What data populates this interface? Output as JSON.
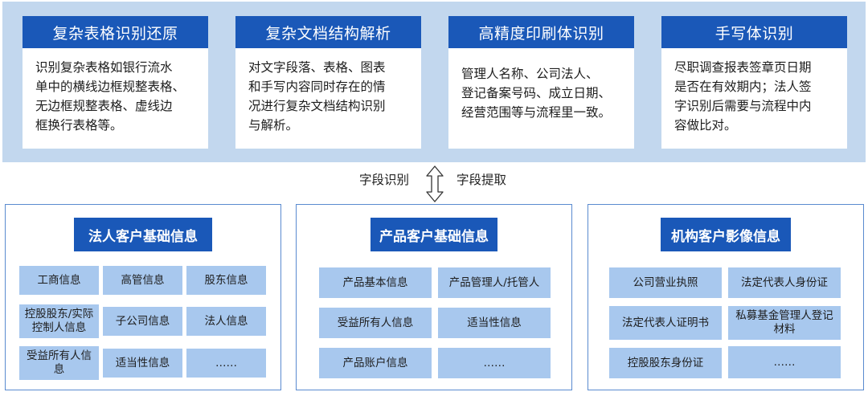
{
  "capabilities": [
    {
      "title": "复杂表格识别还原",
      "lines": [
        "识别复杂表格如银行流水",
        "单中的横线边框规整表格、",
        "无边框规整表格、虚线边",
        "框换行表格等。"
      ]
    },
    {
      "title": "复杂文档结构解析",
      "lines": [
        "对文字段落、表格、图表",
        "和手写内容同时存在的情",
        "况进行复杂文档结构识别",
        "与解析。"
      ]
    },
    {
      "title": "高精度印刷体识别",
      "lines": [
        "管理人名称、公司法人、",
        "登记备案号码、成立日期、",
        "经营范围等与流程里一致。"
      ]
    },
    {
      "title": "手写体识别",
      "lines": [
        "尽职调查报表签章页日期",
        "是否在有效期内；法人签",
        "字识别后需要与流程中内",
        "容做比对。"
      ]
    }
  ],
  "flow": {
    "left_label": "字段识别",
    "right_label": "字段提取"
  },
  "groups": [
    {
      "title": "法人客户基础信息",
      "items": [
        "工商信息",
        "高管信息",
        "股东信息",
        "控股股东/实际控制人信息",
        "子公司信息",
        "法人信息",
        "受益所有人信息",
        "适当性信息",
        "……"
      ]
    },
    {
      "title": "产品客户基础信息",
      "items": [
        "产品基本信息",
        "产品管理人/托管人",
        "受益所有人信息",
        "适当性信息",
        "产品账户信息",
        "……"
      ]
    },
    {
      "title": "机构客户影像信息",
      "items": [
        "公司营业执照",
        "法定代表人身份证",
        "法定代表人证明书",
        "私募基金管理人登记材料",
        "控股股东身份证",
        "……"
      ]
    }
  ]
}
